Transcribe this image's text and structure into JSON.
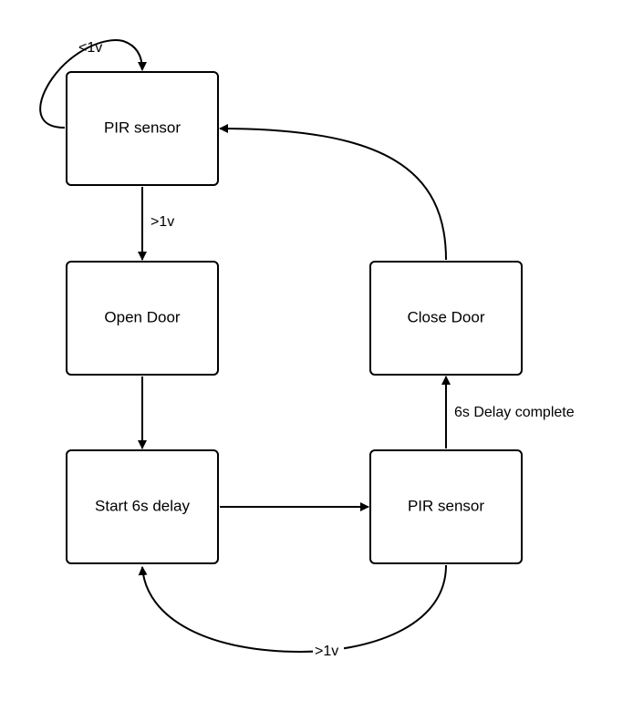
{
  "nodes": {
    "pir_sensor_top": "PIR sensor",
    "open_door": "Open Door",
    "start_delay": "Start 6s delay",
    "pir_sensor_bottom": "PIR sensor",
    "close_door": "Close Door"
  },
  "edges": {
    "self_loop_label": "<1v",
    "pir_to_open_label": ">1v",
    "delay_complete_label": "6s Delay complete",
    "bottom_loop_label": ">1v"
  }
}
